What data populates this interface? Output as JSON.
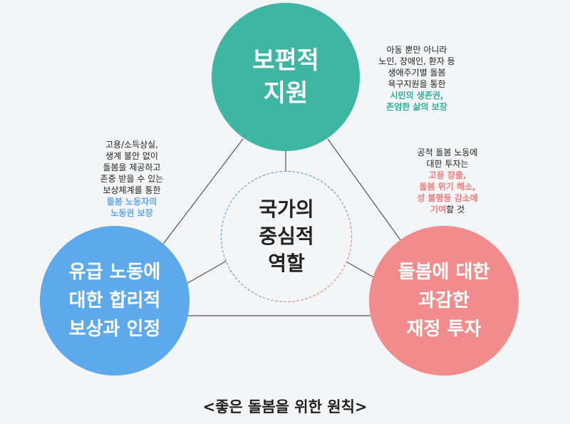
{
  "principles": {
    "top": {
      "lines": [
        "보편적",
        "지원"
      ],
      "color": "#3fb5a4"
    },
    "left": {
      "lines": [
        "유급 노동에",
        "대한 합리적",
        "보상과 인정"
      ],
      "color": "#5ea9ec"
    },
    "right": {
      "lines": [
        "돌봄에 대한",
        "과감한",
        "재정 투자"
      ],
      "color": "#f28b8b"
    }
  },
  "center": {
    "lines": [
      "국가의",
      "중심적",
      "역할"
    ]
  },
  "notes": {
    "top": {
      "lines": [
        "아동 뿐만 아니라",
        "노인, 장애인, 환자 등",
        "생애주기별 돌봄",
        "욕구지원을 통한"
      ],
      "highlight": [
        "시민의 생존권,",
        "존엄한 삶의 보장"
      ]
    },
    "left": {
      "lines": [
        "고용/소득상실,",
        "생계 불안 없이",
        "돌봄을 제공하고",
        "존중 받을 수 있는",
        "보상체계를 통한"
      ],
      "highlight": [
        "돌봄 노동자의",
        "노동권 보장"
      ]
    },
    "right": {
      "lines": [
        "공적 돌봄 노동에",
        "대한 투자는"
      ],
      "highlight": [
        "고용 창출,",
        "돌봄 위기 해소,",
        "성 불평등 감소에"
      ],
      "last_highlight": "기여",
      "last_tail": "할 것"
    }
  },
  "caption": "<좋은 돌봄을 위한 원칙>",
  "colors": {
    "line": "#555555",
    "center_dots_top": "#5ea9ec",
    "center_dots_bottom": "#f28b8b"
  }
}
